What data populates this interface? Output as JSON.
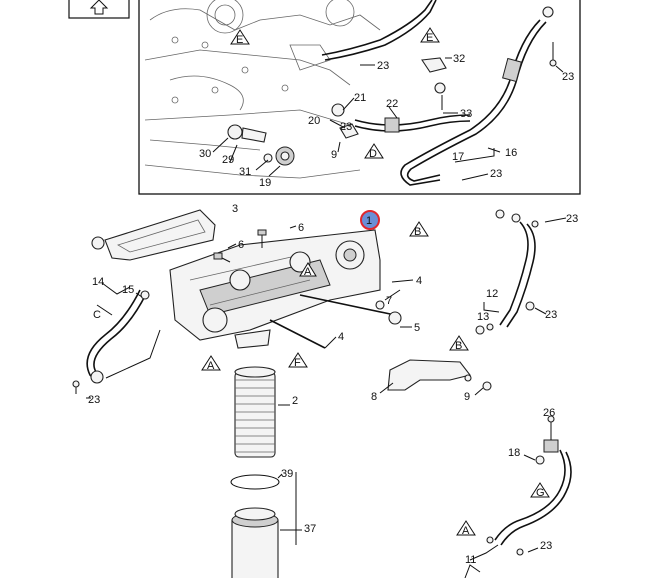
{
  "diagram": {
    "callouts": [
      "1",
      "2",
      "3",
      "4",
      "4",
      "5",
      "6",
      "6",
      "7",
      "8",
      "9",
      "9",
      "11",
      "12",
      "13",
      "14",
      "15",
      "16",
      "17",
      "18",
      "19",
      "20",
      "21",
      "22",
      "23",
      "23",
      "23",
      "23",
      "23",
      "23",
      "23",
      "23",
      "26",
      "29",
      "30",
      "31",
      "32",
      "33",
      "37",
      "39"
    ],
    "view_refs": [
      "A",
      "A",
      "A",
      "B",
      "B",
      "C",
      "D",
      "E",
      "E",
      "F",
      "G"
    ],
    "highlighted_callout": "1",
    "highlight_color": "#e0282e",
    "highlight_fill": "#6a8fd6"
  }
}
